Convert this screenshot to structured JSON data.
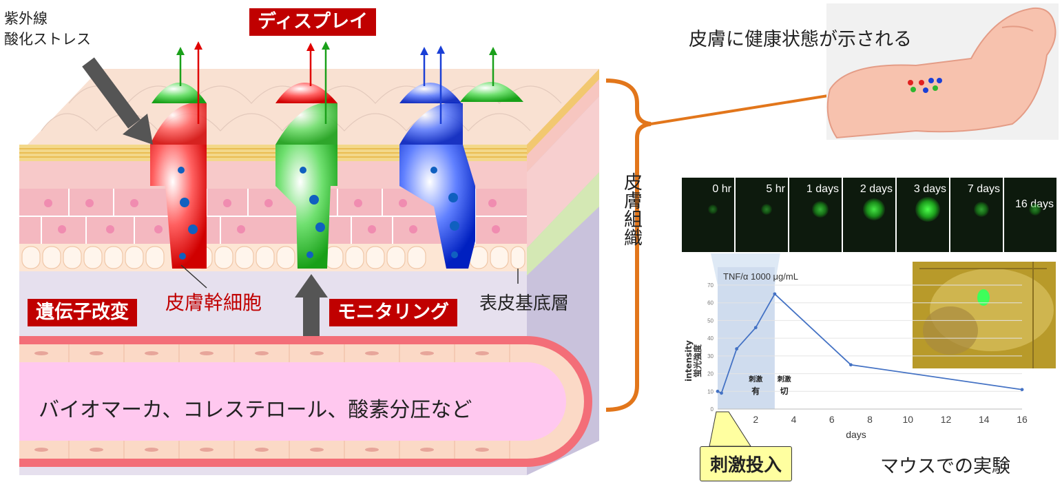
{
  "labels": {
    "uv_stress": "紫外線\n酸化ストレス",
    "display": "ディスプレイ",
    "stem_cell": "皮膚幹細胞",
    "genetic_mod": "遺伝子改変",
    "monitoring": "モニタリング",
    "basal_layer": "表皮基底層",
    "biomarkers": "バイオマーカ、コレステロール、酸素分圧など",
    "skin_tissue": "皮膚組織",
    "health_shown": "皮膚に健康状態が示される",
    "stimulus_input": "刺激投入",
    "mouse_experiment": "マウスでの実験"
  },
  "colors": {
    "accent_red": "#c00000",
    "orange_bracket": "#e2761b",
    "callout_yellow": "#ffffa0",
    "green_cell": "#2fb52f",
    "red_cell": "#e02020",
    "blue_cell": "#1a3fd6"
  },
  "timelapse": [
    {
      "label": "0 hr",
      "spot": 0.15
    },
    {
      "label": "5 hr",
      "spot": 0.25
    },
    {
      "label": "1 days",
      "spot": 0.55
    },
    {
      "label": "2 days",
      "spot": 0.85
    },
    {
      "label": "3 days",
      "spot": 1.0
    },
    {
      "label": "7 days",
      "spot": 0.45
    },
    {
      "label": "16 days",
      "spot": 0.3
    }
  ],
  "chart_data": {
    "type": "line",
    "title": "TNF/α  1000 μg/mL",
    "xlabel": "days",
    "ylabel": "intensity\n蛍光強度",
    "xlim": [
      0,
      16
    ],
    "ylim": [
      0,
      70
    ],
    "xticks": [
      2,
      4,
      6,
      8,
      10,
      12,
      14,
      16
    ],
    "yticks": [
      0,
      10,
      20,
      30,
      40,
      50,
      60,
      70
    ],
    "x": [
      0,
      0.2,
      1,
      2,
      3,
      7,
      16
    ],
    "y": [
      10,
      9,
      34,
      46,
      65,
      25,
      11
    ],
    "stimulus_on_range": [
      0,
      3
    ],
    "annotations": [
      {
        "text": "刺激\n有",
        "x": 2
      },
      {
        "text": "刺激\n切",
        "x": 3.5
      }
    ]
  }
}
